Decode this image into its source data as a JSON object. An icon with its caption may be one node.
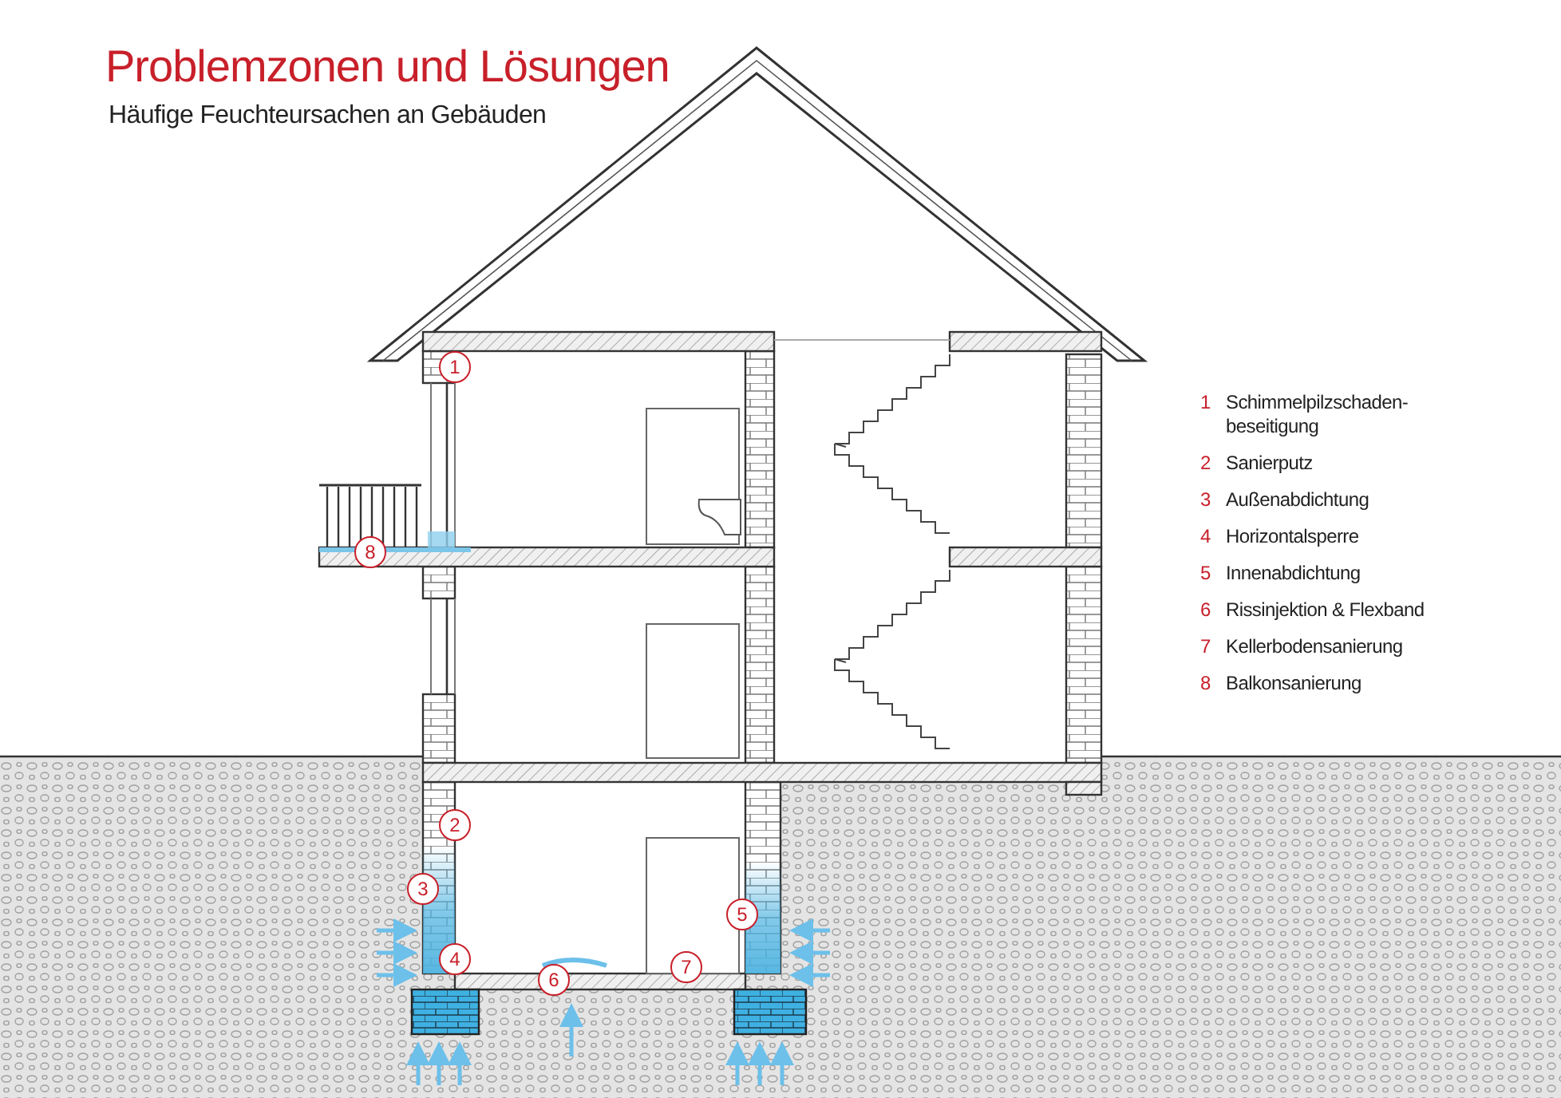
{
  "diagram": {
    "title": "Problemzonen und Lösungen",
    "labels": [
      "Häufige Feuchteursachen an Gebäuden",
      "1",
      "8",
      "2",
      "3",
      "5",
      "4",
      "6",
      "7",
      "1",
      "Schimmelpilzschaden- beseitigung",
      "2",
      "Sanierputz",
      "3",
      "Außenabdichtung",
      "4",
      "Horizontalsperre",
      "5",
      "Innenabdichtung",
      "6",
      "Rissinjektion & Flexband",
      "7",
      "Kellerbodensanierung",
      "8",
      "Balkonsanierung"
    ]
  }
}
